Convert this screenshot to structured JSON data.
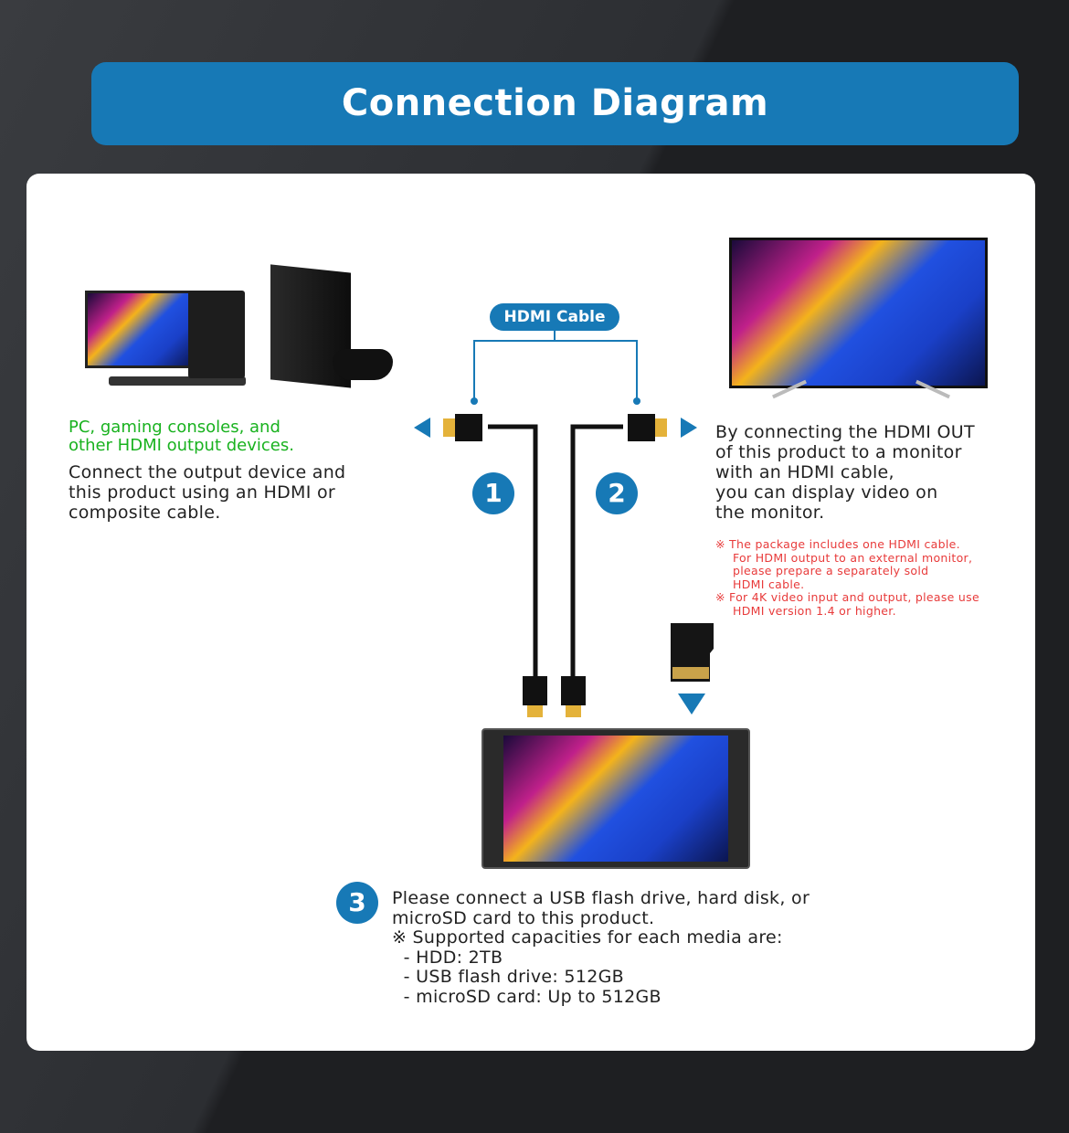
{
  "title": "Connection Diagram",
  "cable_label": "HDMI Cable",
  "left": {
    "heading": [
      "PC, gaming consoles, and",
      "other HDMI output devices."
    ],
    "body": [
      "Connect the output device and",
      "this product using an HDMI or",
      "composite cable."
    ]
  },
  "right": {
    "body": [
      "By connecting the HDMI OUT",
      "of this product to a monitor",
      "with an HDMI cable,",
      "you can display video on",
      "the monitor."
    ],
    "notes": [
      "※ The package includes one HDMI cable.",
      "For HDMI output to an external monitor,",
      "please prepare a separately sold",
      "HDMI cable.",
      "※ For 4K video input and output, please use",
      "HDMI version 1.4 or higher."
    ]
  },
  "steps": [
    "1",
    "2",
    "3"
  ],
  "bottom": {
    "lines": [
      "Please connect a USB flash drive, hard disk, or",
      "microSD card to this product.",
      "※ Supported capacities for each media are:",
      "  - HDD: 2TB",
      "  - USB flash drive: 512GB",
      "  - microSD card: Up to 512GB"
    ]
  },
  "colors": {
    "accent": "#1779b6",
    "green": "#19b21f",
    "red": "#e83b3b"
  }
}
